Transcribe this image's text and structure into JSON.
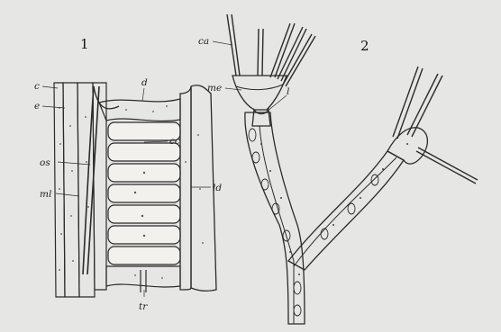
{
  "figure": {
    "panel_numbers": [
      "1",
      "2"
    ],
    "panel1_labels": {
      "c": "c",
      "e": "e",
      "os": "os",
      "ml": "ml",
      "d": "d",
      "cc": "cc",
      "ld": "ld",
      "tr": "tr"
    },
    "panel2_labels": {
      "ca": "ca",
      "me": "me",
      "l": "l"
    },
    "colors": {
      "paper": "#e6e6e4",
      "ink": "#2a2a2a",
      "tissue": "#d3d2ce"
    }
  }
}
